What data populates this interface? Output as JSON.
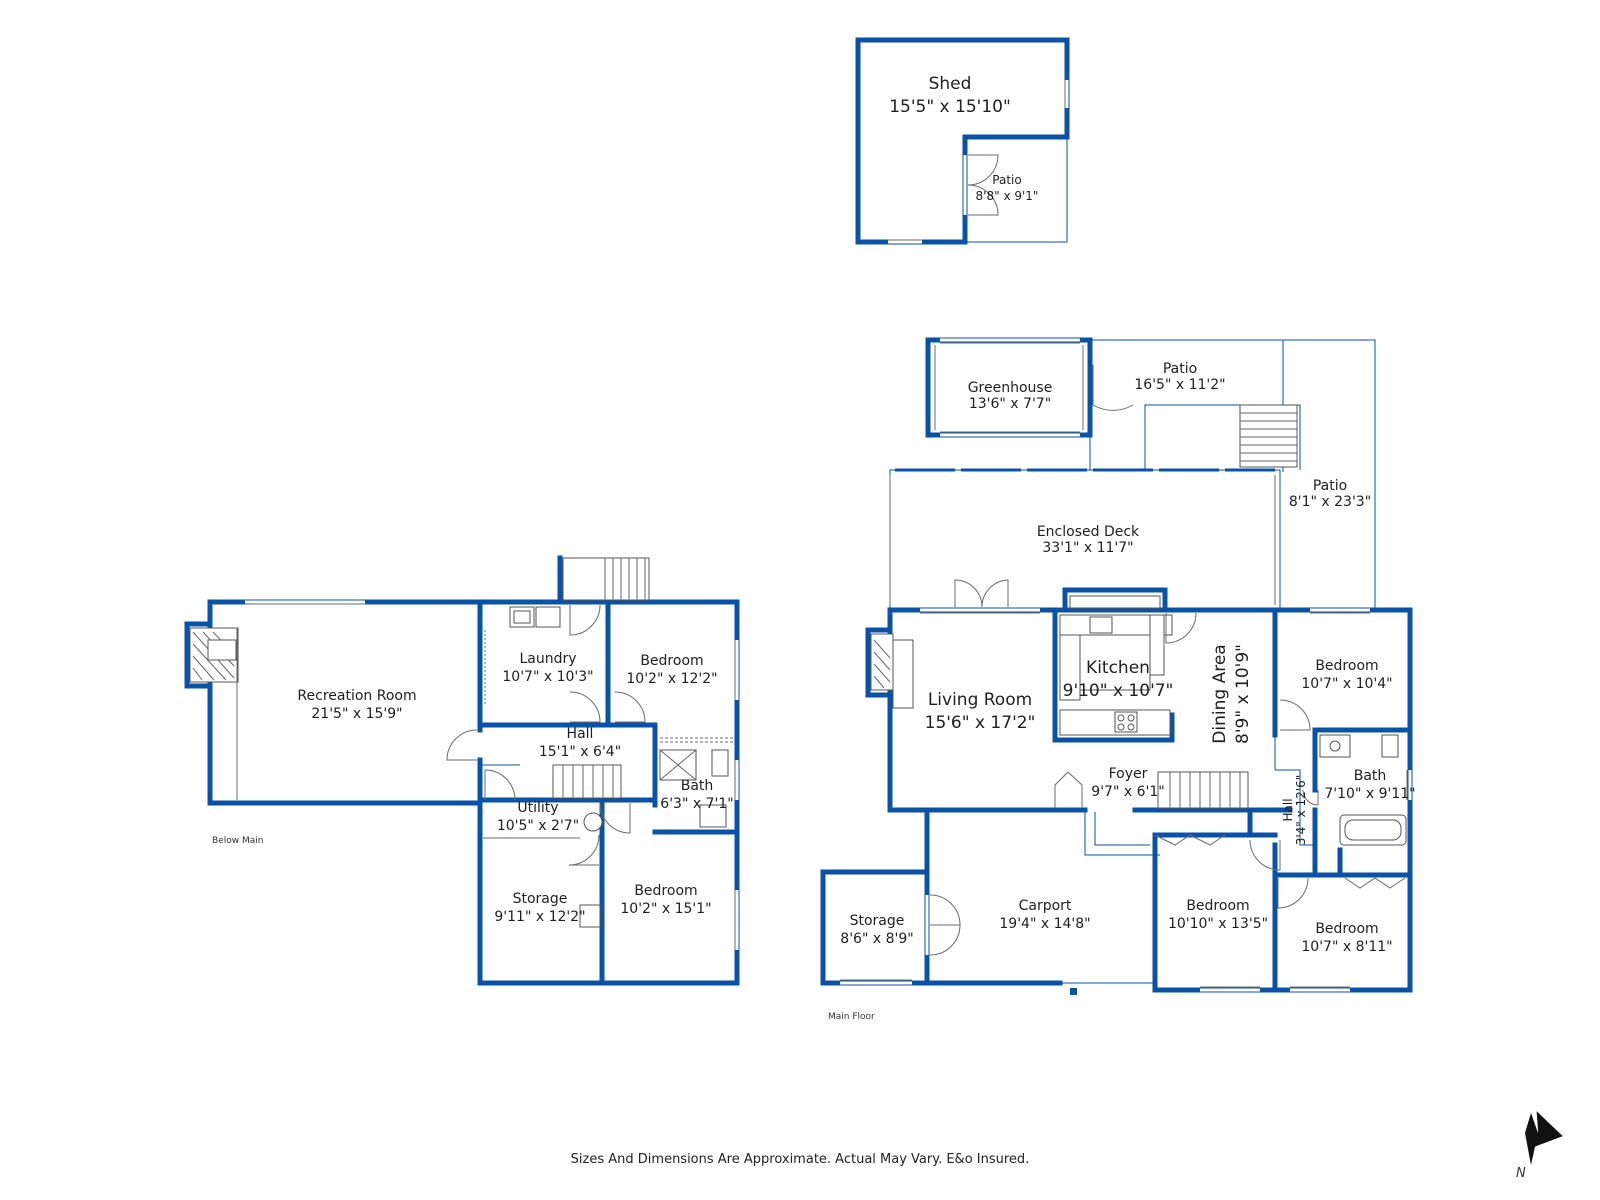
{
  "colors": {
    "wall": "#0a52a5",
    "text": "#1f1f1f",
    "background": "#ffffff"
  },
  "rooms": {
    "shed": {
      "name": "Shed",
      "dim": "15'5\" x 15'10\""
    },
    "shed_patio": {
      "name": "Patio",
      "dim": "8'8\" x 9'1\""
    },
    "greenhouse": {
      "name": "Greenhouse",
      "dim": "13'6\" x 7'7\""
    },
    "patio_top": {
      "name": "Patio",
      "dim": "16'5\" x 11'2\""
    },
    "patio_right": {
      "name": "Patio",
      "dim": "8'1\" x 23'3\""
    },
    "enclosed_deck": {
      "name": "Enclosed Deck",
      "dim": "33'1\" x 11'7\""
    },
    "recreation_room": {
      "name": "Recreation Room",
      "dim": "21'5\" x 15'9\""
    },
    "laundry": {
      "name": "Laundry",
      "dim": "10'7\" x 10'3\""
    },
    "bedroom_below_1": {
      "name": "Bedroom",
      "dim": "10'2\" x 12'2\""
    },
    "hall_below": {
      "name": "Hall",
      "dim": "15'1\" x 6'4\""
    },
    "bath_below": {
      "name": "Bath",
      "dim": "6'3\" x 7'1\""
    },
    "utility": {
      "name": "Utility",
      "dim": "10'5\" x 2'7\""
    },
    "storage_below": {
      "name": "Storage",
      "dim": "9'11\" x 12'2\""
    },
    "bedroom_below_2": {
      "name": "Bedroom",
      "dim": "10'2\" x 15'1\""
    },
    "living_room": {
      "name": "Living Room",
      "dim": "15'6\" x 17'2\""
    },
    "kitchen": {
      "name": "Kitchen",
      "dim": "9'10\" x 10'7\""
    },
    "dining_area": {
      "name": "Dining Area",
      "dim": "8'9\" x 10'9\""
    },
    "bedroom_main_1": {
      "name": "Bedroom",
      "dim": "10'7\" x 10'4\""
    },
    "foyer": {
      "name": "Foyer",
      "dim": "9'7\" x 6'1\""
    },
    "hall_main": {
      "name": "Hall",
      "dim": "3'4\" x 12'6\""
    },
    "bath_main": {
      "name": "Bath",
      "dim": "7'10\" x 9'11\""
    },
    "storage_main": {
      "name": "Storage",
      "dim": "8'6\" x 8'9\""
    },
    "carport": {
      "name": "Carport",
      "dim": "19'4\" x 14'8\""
    },
    "bedroom_main_2": {
      "name": "Bedroom",
      "dim": "10'10\" x 13'5\""
    },
    "bedroom_main_3": {
      "name": "Bedroom",
      "dim": "10'7\" x 8'11\""
    }
  },
  "floors": {
    "below": "Below Main",
    "main": "Main Floor"
  },
  "compass": {
    "letter": "N"
  },
  "disclaimer": "Sizes And Dimensions Are Approximate. Actual May Vary. E&o Insured."
}
